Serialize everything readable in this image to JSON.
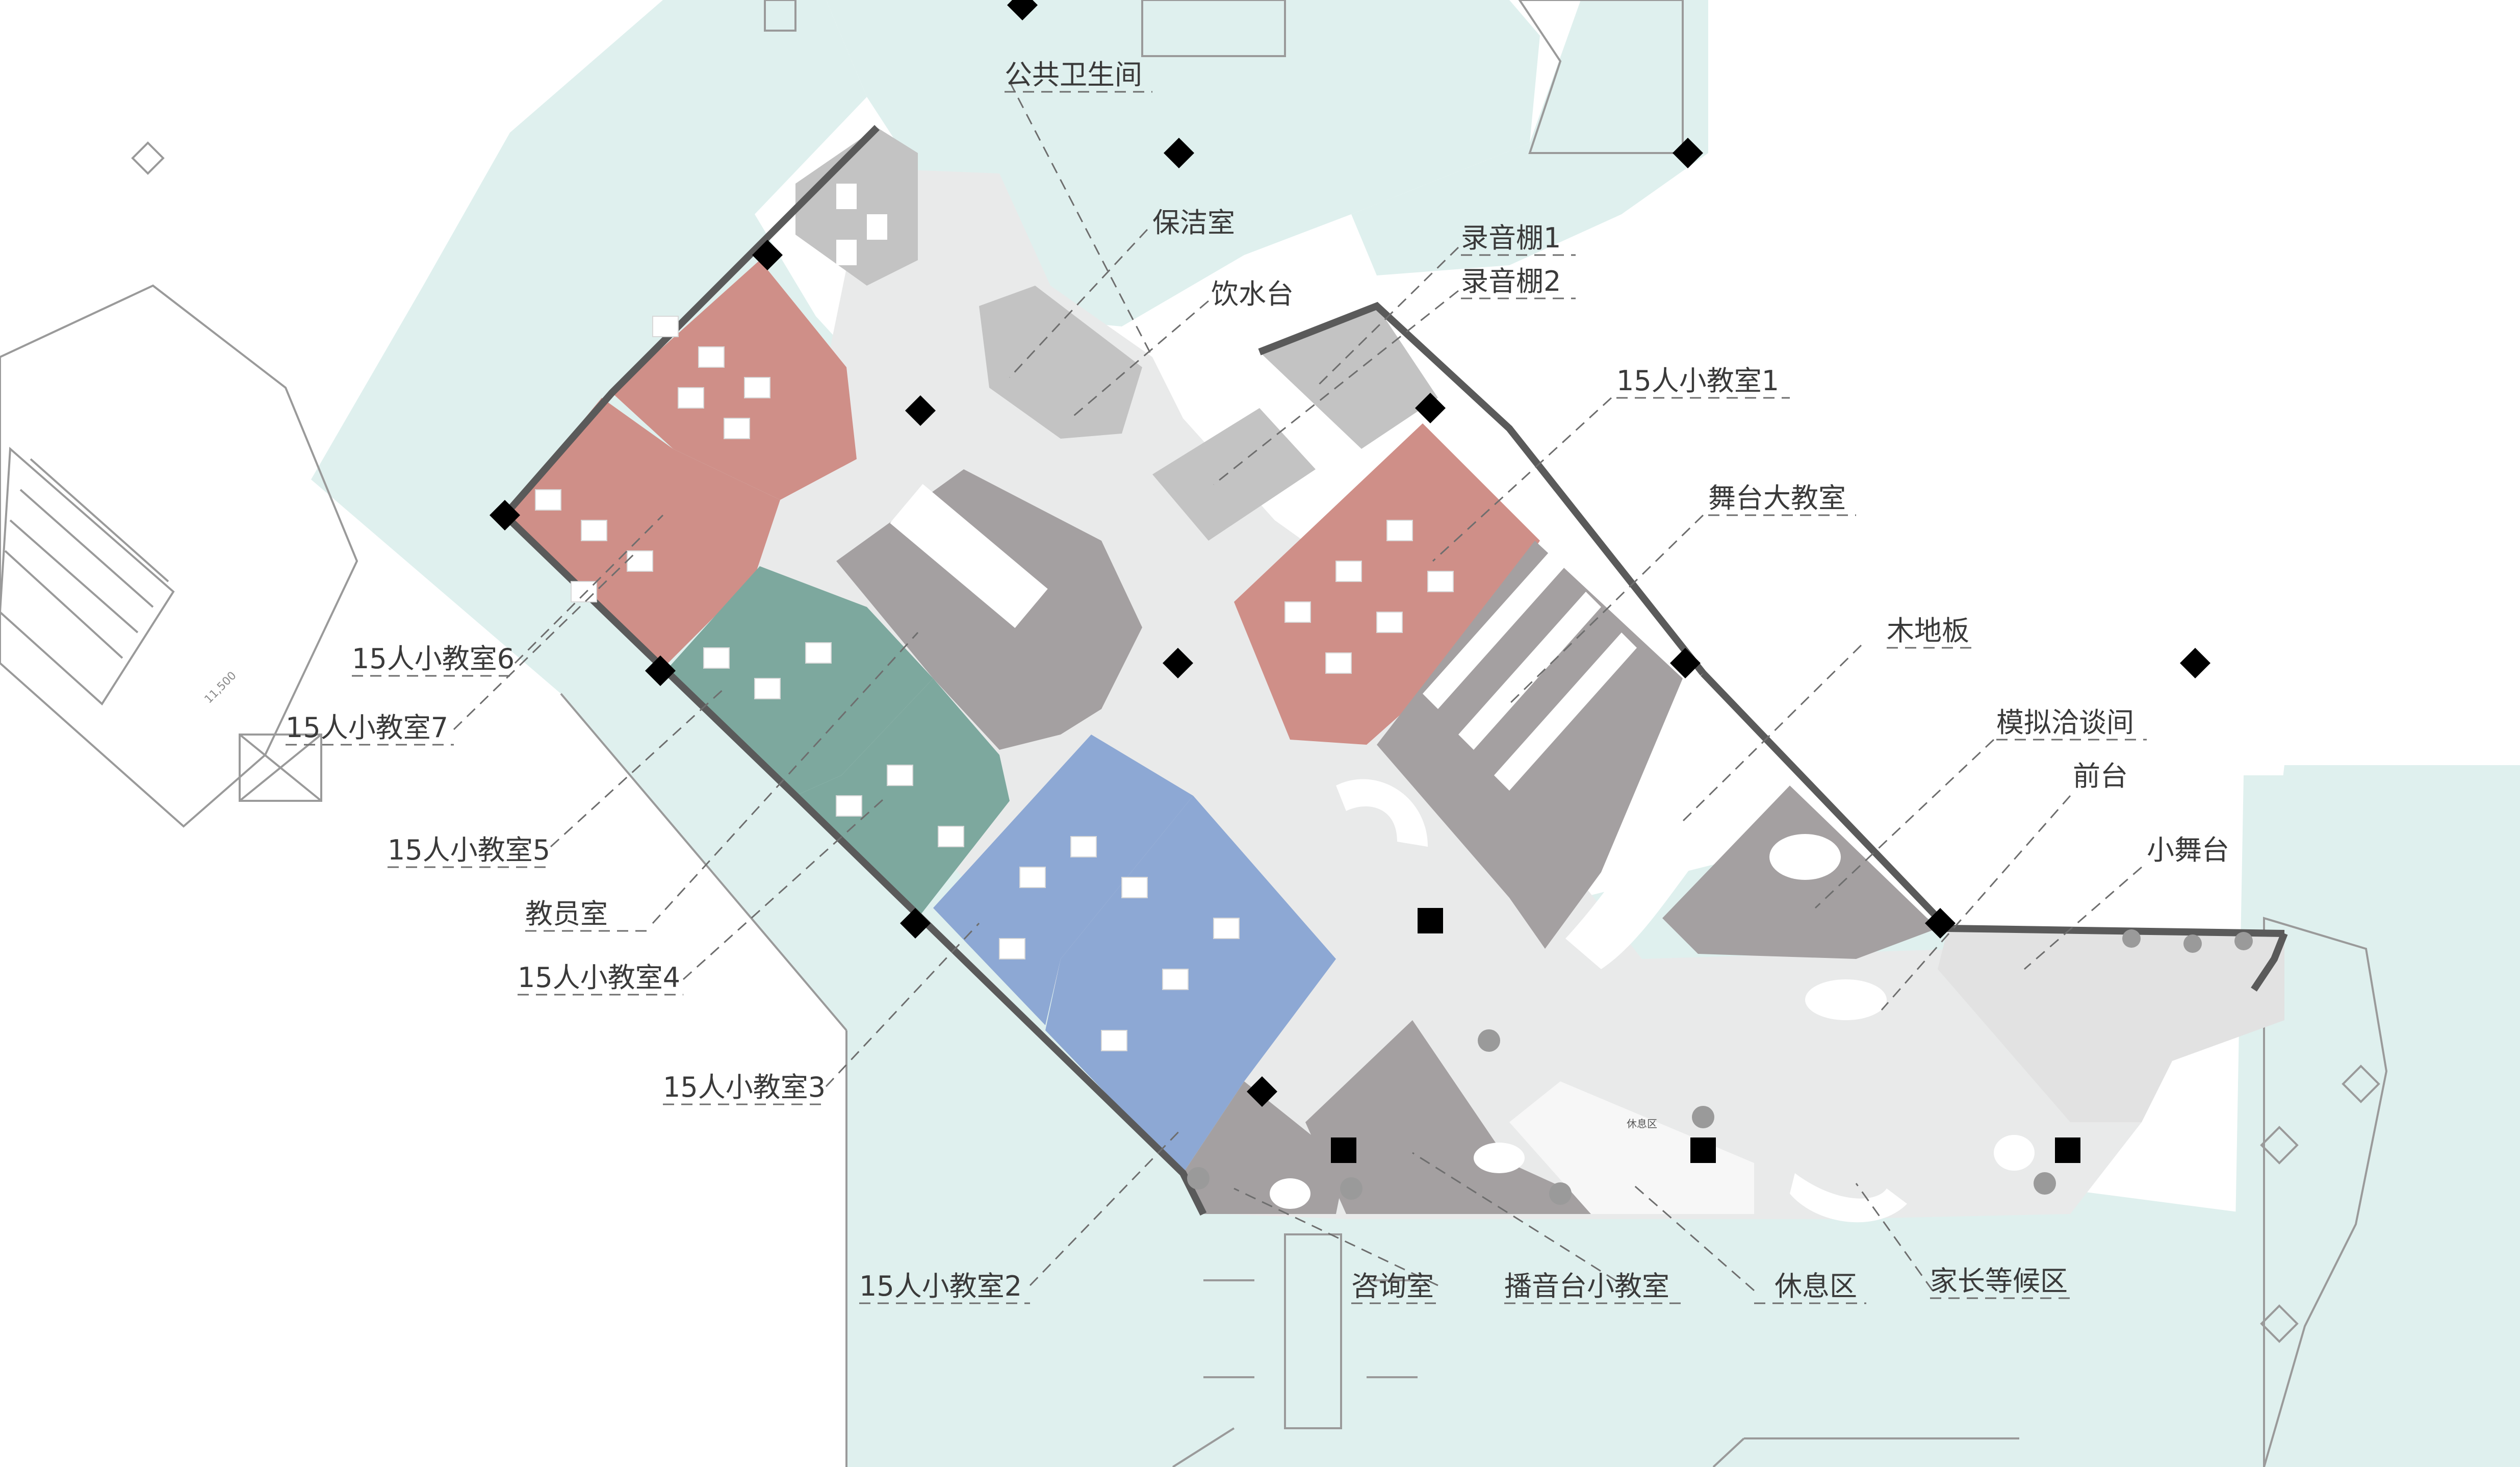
{
  "labels": {
    "public_wc": "公共卫生间",
    "cleaning": "保洁室",
    "water": "饮水台",
    "booth1": "录音棚1",
    "booth2": "录音棚2",
    "room1": "15人小教室1",
    "stage_room": "舞台大教室",
    "wood_floor": "木地板",
    "mock_room": "模拟洽谈间",
    "reception": "前台",
    "small_stage": "小舞台",
    "room6": "15人小教室6",
    "room7": "15人小教室7",
    "room5": "15人小教室5",
    "staff": "教员室",
    "room4": "15人小教室4",
    "room3": "15人小教室3",
    "room2": "15人小教室2",
    "consult": "咨询室",
    "broadcast": "播音台小教室",
    "rest": "休息区",
    "parents": "家长等候区",
    "rest_small": "休息区",
    "dimension": "11,500"
  },
  "colors": {
    "background": "#ffffff",
    "exterior": "#dff0ee",
    "corridor": "#e9eaea",
    "room_grey": "#a4a0a1",
    "room_light_grey": "#c3c3c3",
    "room_red": "#cf8f88",
    "room_green": "#7da89e",
    "room_blue": "#8da8d4",
    "column": "#000000",
    "wall": "#5a5a5a"
  },
  "icons": [
    "column-marker",
    "plant-cluster",
    "sofa",
    "round-table",
    "desk-chair"
  ]
}
